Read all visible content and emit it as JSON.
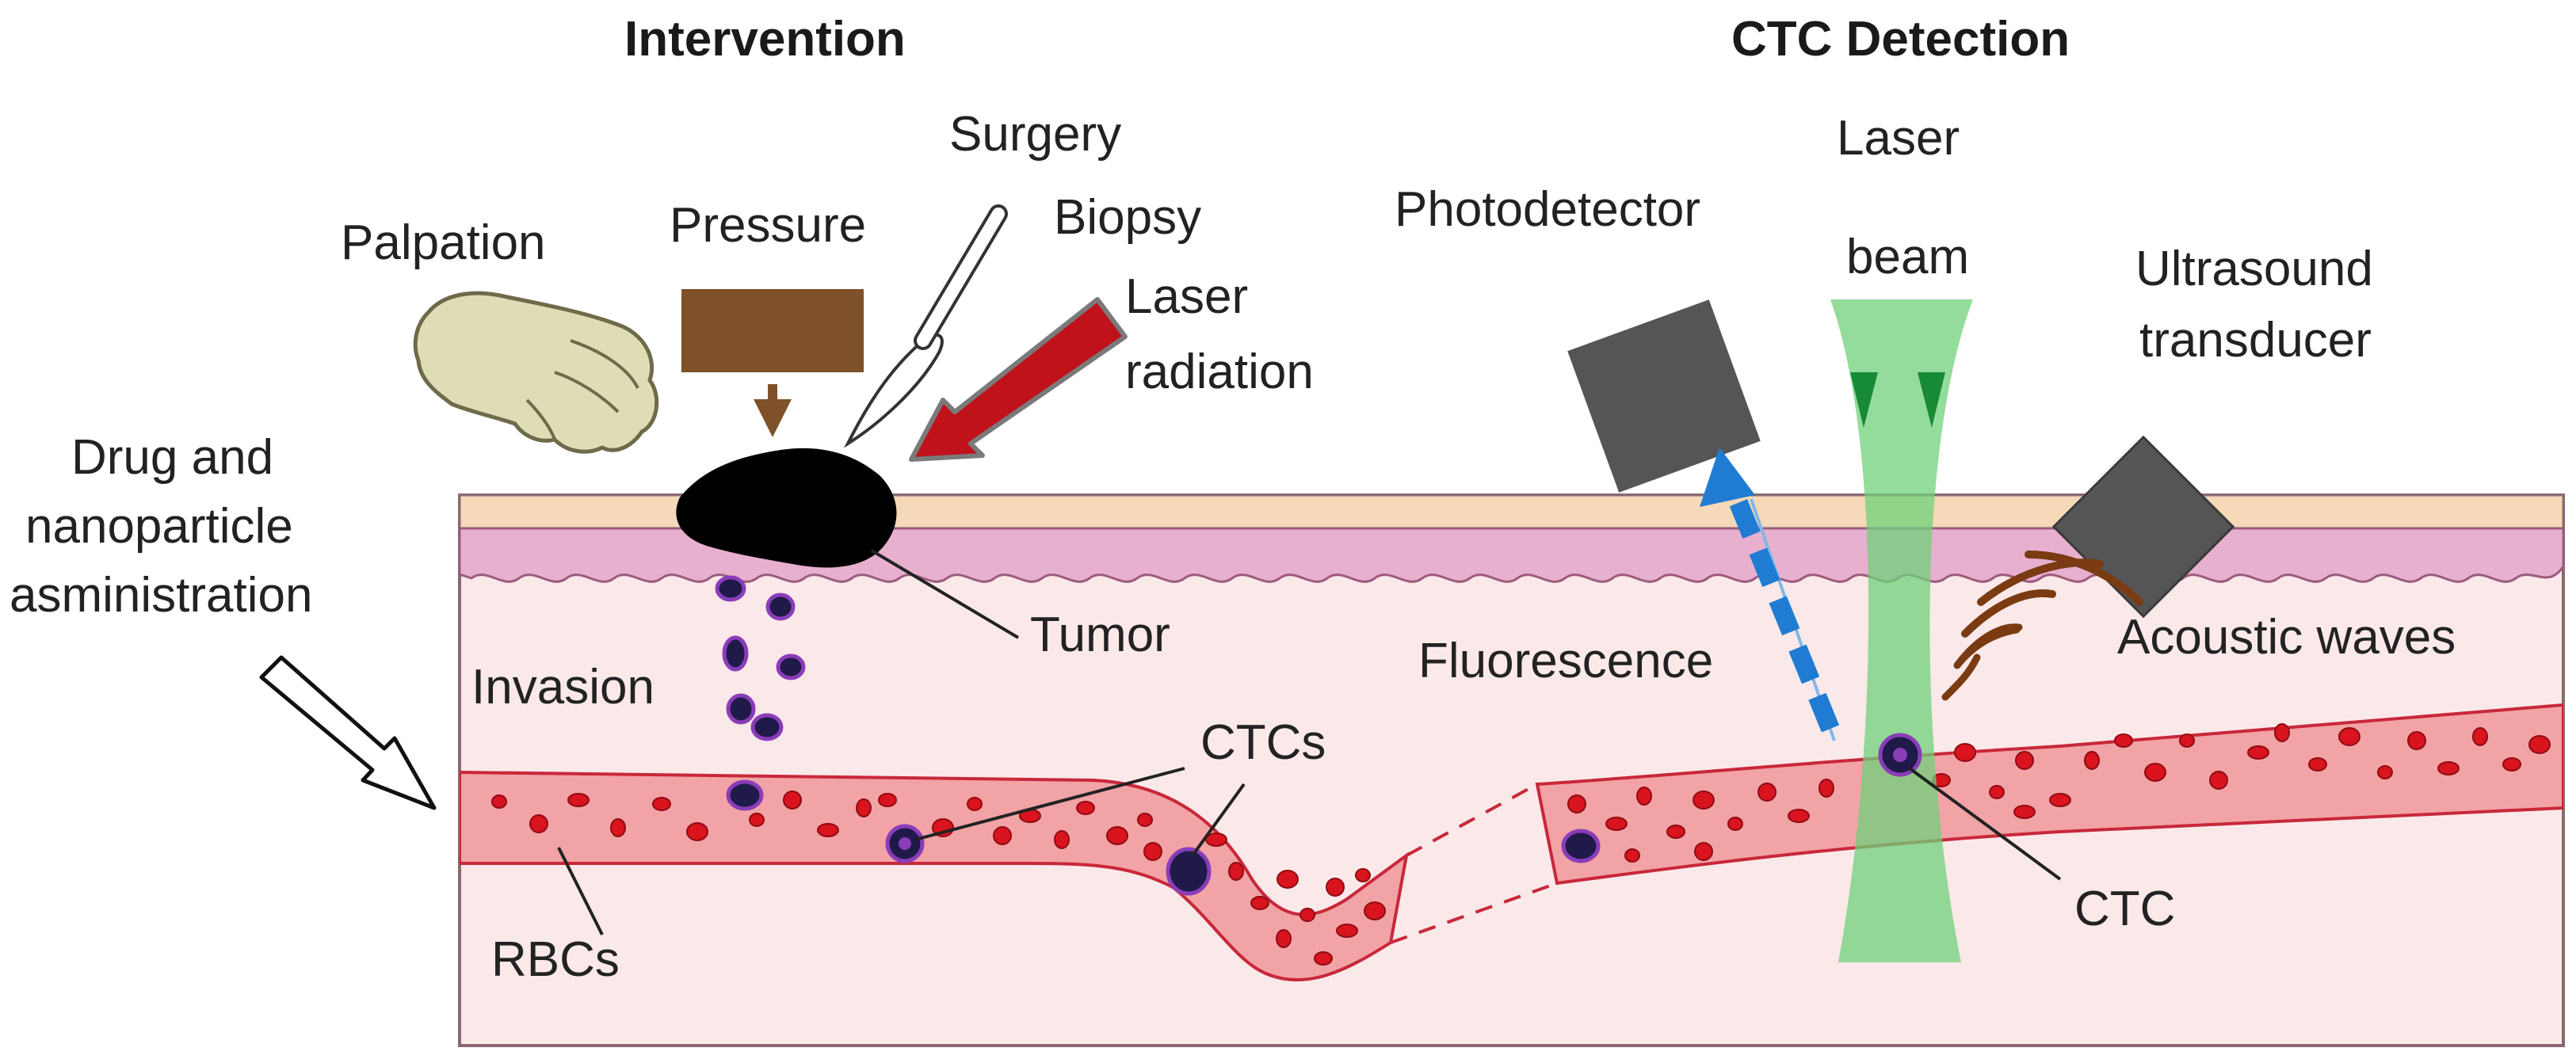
{
  "headings": {
    "left": "Intervention",
    "right": "CTC Detection"
  },
  "labels": {
    "surgery": "Surgery",
    "pressure": "Pressure",
    "biopsy": "Biopsy",
    "palpation": "Palpation",
    "laser_radiation_1": "Laser",
    "laser_radiation_2": "radiation",
    "drug_1": "Drug and",
    "drug_2": "nanoparticle",
    "drug_3": "asministration",
    "tumor": "Tumor",
    "invasion": "Invasion",
    "ctcs": "CTCs",
    "rbcs": "RBCs",
    "photodetector": "Photodetector",
    "laser_beam_1": "Laser",
    "laser_beam_2": "beam",
    "ultrasound_1": "Ultrasound",
    "ultrasound_2": "transducer",
    "fluorescence": "Fluorescence",
    "acoustic_waves": "Acoustic waves",
    "ctc": "CTC"
  },
  "colors": {
    "skin_top": "#f5d9b8",
    "dermis": "#e8b0cf",
    "tissue": "#fbe9ea",
    "vessel": "#f2a3a6",
    "vessel_edge": "#c8283a",
    "rbc": "#d9141e",
    "ctc_outer": "#1f1a4a",
    "ctc_inner": "#8a3db8",
    "tumor": "#000000",
    "pressure_block": "#7f5128",
    "laser_arrow": "#c0121b",
    "laser_beam": "#6fd07a",
    "device": "#555555",
    "fluorescence_arrow": "#1f7cd2",
    "acoustic_wave": "#7a3b12",
    "glove": "#dfddb6"
  }
}
